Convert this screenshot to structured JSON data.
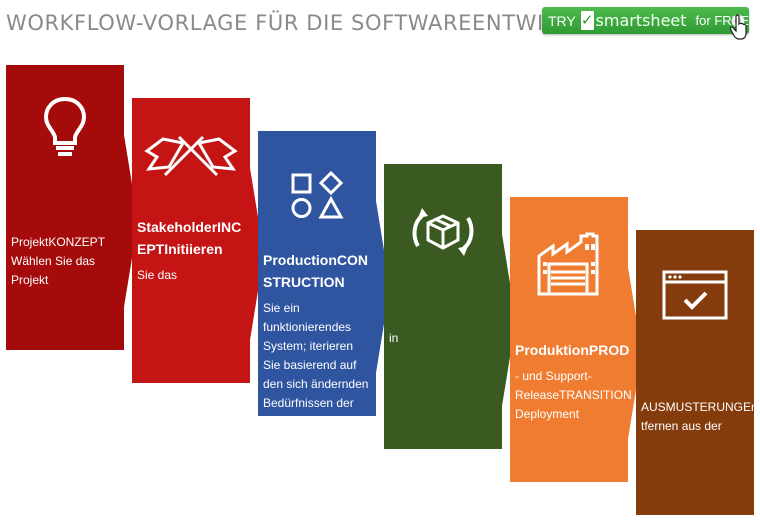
{
  "header": {
    "title": "WORKFLOW-VORLAGE FÜR DIE SOFTWAREENTWICKLUNG",
    "cta": {
      "try": "TRY",
      "brand": "smartsheet",
      "free": "for FREE"
    }
  },
  "stages": [
    {
      "heading": "",
      "desc": "ProjektKONZEPT\nWählen Sie das\nProjekt",
      "color": "#a50b0b",
      "icon": "lightbulb-icon"
    },
    {
      "heading": "StakeholderINCEPTInitiieren",
      "desc": "Sie das",
      "color": "#c41414",
      "icon": "crossed-flags-icon"
    },
    {
      "heading": "ProductionCONSTRUCTION",
      "desc": "Sie ein\nfunktionierendes\nSystem; iterieren\nSie basierend auf\nden sich ändernden\nBedürfnissen der",
      "color": "#2f55a0",
      "icon": "shapes-icon"
    },
    {
      "heading": "",
      "desc": "in",
      "color": "#3a5a22",
      "icon": "box-cycle-icon"
    },
    {
      "heading": "ProduktionPROD",
      "desc": "- und Support-\nReleaseTRANSITION\nDeployment",
      "color": "#ef7c31",
      "icon": "factory-icon"
    },
    {
      "heading": "",
      "desc": "AUSMUSTERUNGEntfernen aus der",
      "color": "#843c0c",
      "icon": "browser-window-icon"
    }
  ]
}
